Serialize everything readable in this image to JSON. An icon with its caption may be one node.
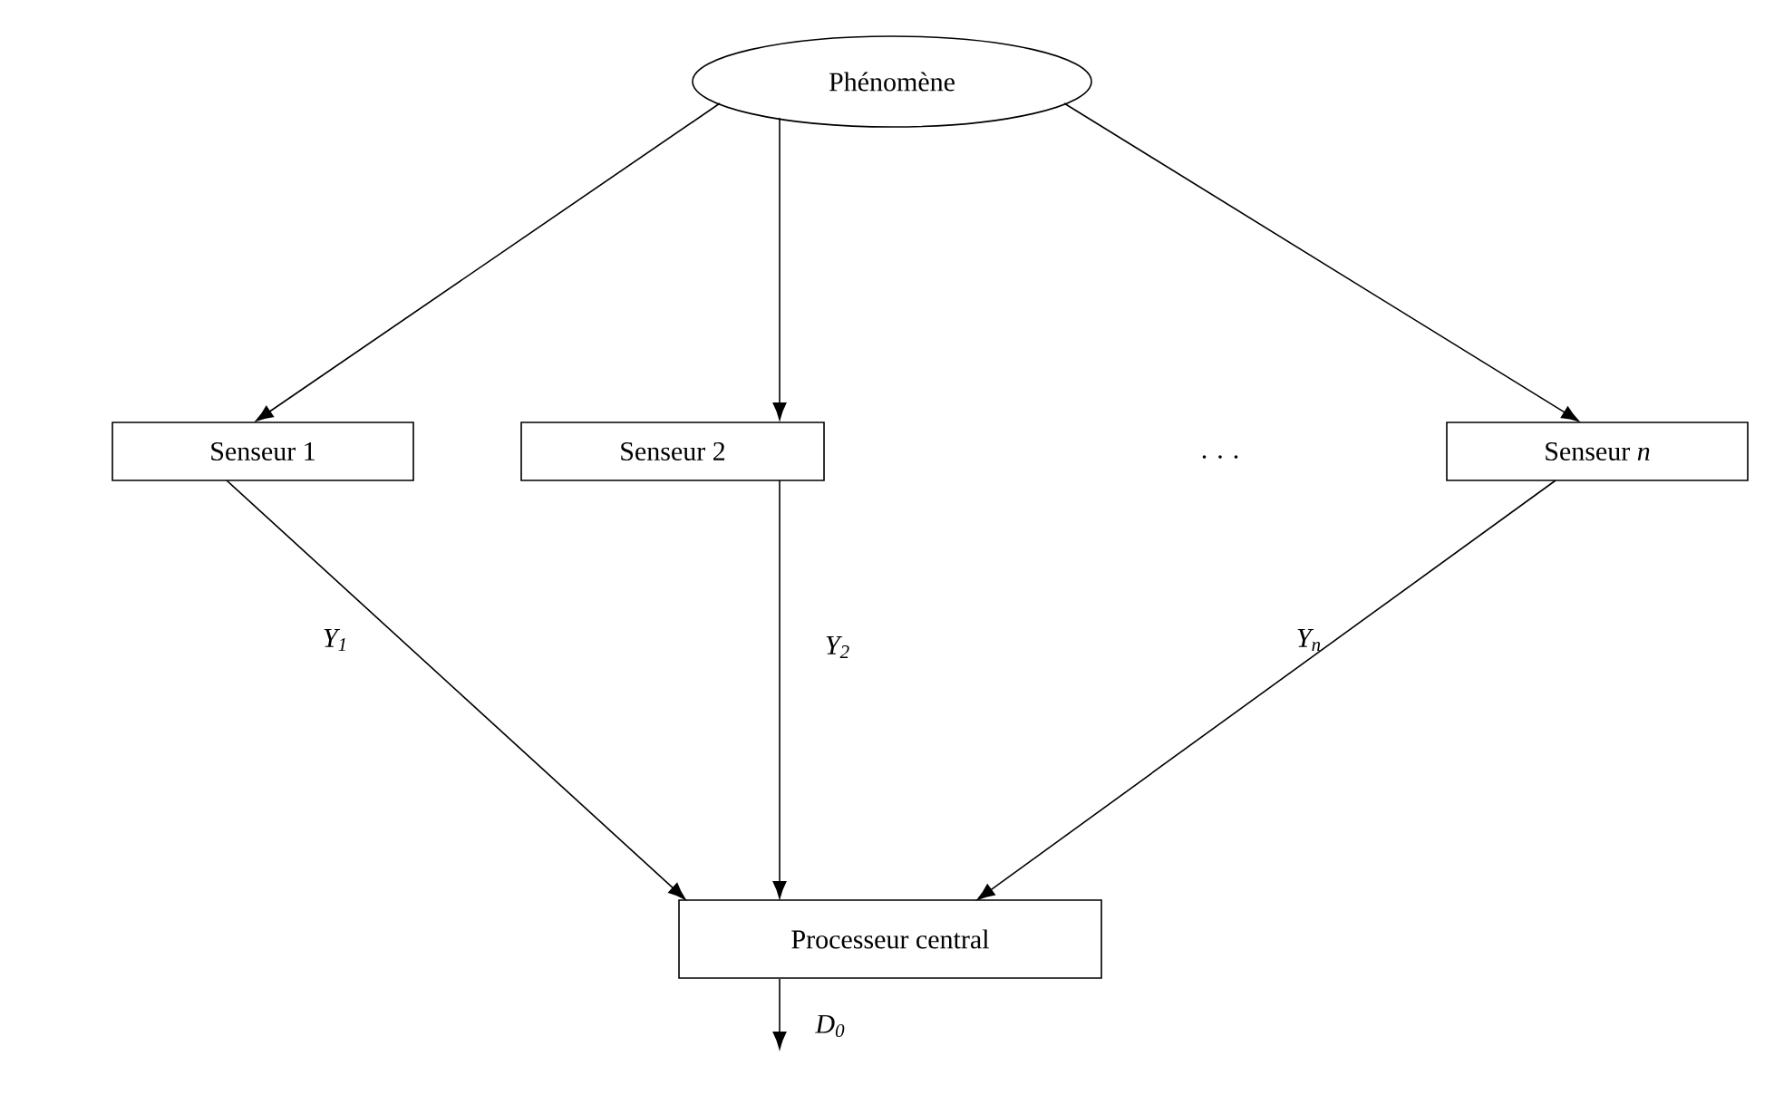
{
  "diagram": {
    "nodes": [
      {
        "text": [
          "Phénomène"
        ]
      },
      {
        "text": [
          "Senseur 1"
        ]
      },
      {
        "text": [
          "Senseur 2"
        ]
      },
      {
        "text": [
          "Senseur *n*"
        ]
      },
      {
        "text": [
          "Processeur central"
        ]
      }
    ],
    "edges": [
      {
        "from": 0,
        "to": 1,
        "arrow": "to"
      },
      {
        "from": 0,
        "to": 2,
        "arrow": "to"
      },
      {
        "from": 0,
        "to": 3,
        "arrow": "to"
      },
      {
        "from": 1,
        "to": 4,
        "arrow": "to",
        "label": "Y$_{1}$"
      },
      {
        "from": 2,
        "to": 4,
        "arrow": "to",
        "label": "Y$_{2}$"
      },
      {
        "from": 3,
        "to": 4,
        "arrow": "to",
        "label": "Y$_{n}$"
      },
      {
        "from": 4,
        "to": null,
        "arrow": "to",
        "label": "D$_{0}$"
      }
    ],
    "labels": [
      ". . ."
    ]
  }
}
